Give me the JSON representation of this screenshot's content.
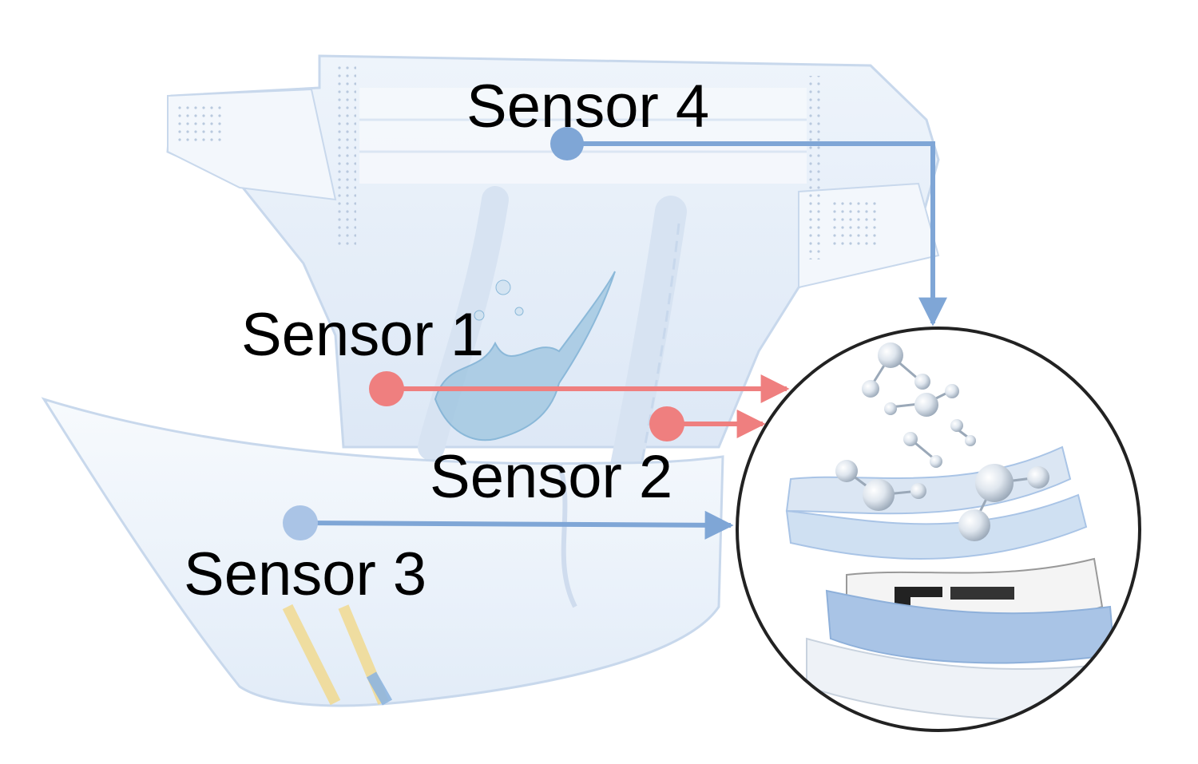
{
  "labels": {
    "sensor_4": "Sensor 4",
    "sensor_1": "Sensor 1",
    "sensor_2": "Sensor 2",
    "sensor_3": "Sensor 3"
  },
  "colors": {
    "diaper_fill": "#e8f0fa",
    "diaper_edge": "#b8cce6",
    "blue_marker": "#7fa6d6",
    "red_marker": "#ef7f7f",
    "circle_outline": "#222222",
    "layer_blue": "#a9c4e6",
    "indicator_yellow": "#f2d98a",
    "water_blue": "#6fa8cf"
  },
  "sensors": [
    {
      "id": "sensor-1",
      "marker_color": "red"
    },
    {
      "id": "sensor-2",
      "marker_color": "red"
    },
    {
      "id": "sensor-3",
      "marker_color": "blue"
    },
    {
      "id": "sensor-4",
      "marker_color": "blue"
    }
  ],
  "detail_view": {
    "content": "layered absorbent core with sensor film and molecules"
  }
}
